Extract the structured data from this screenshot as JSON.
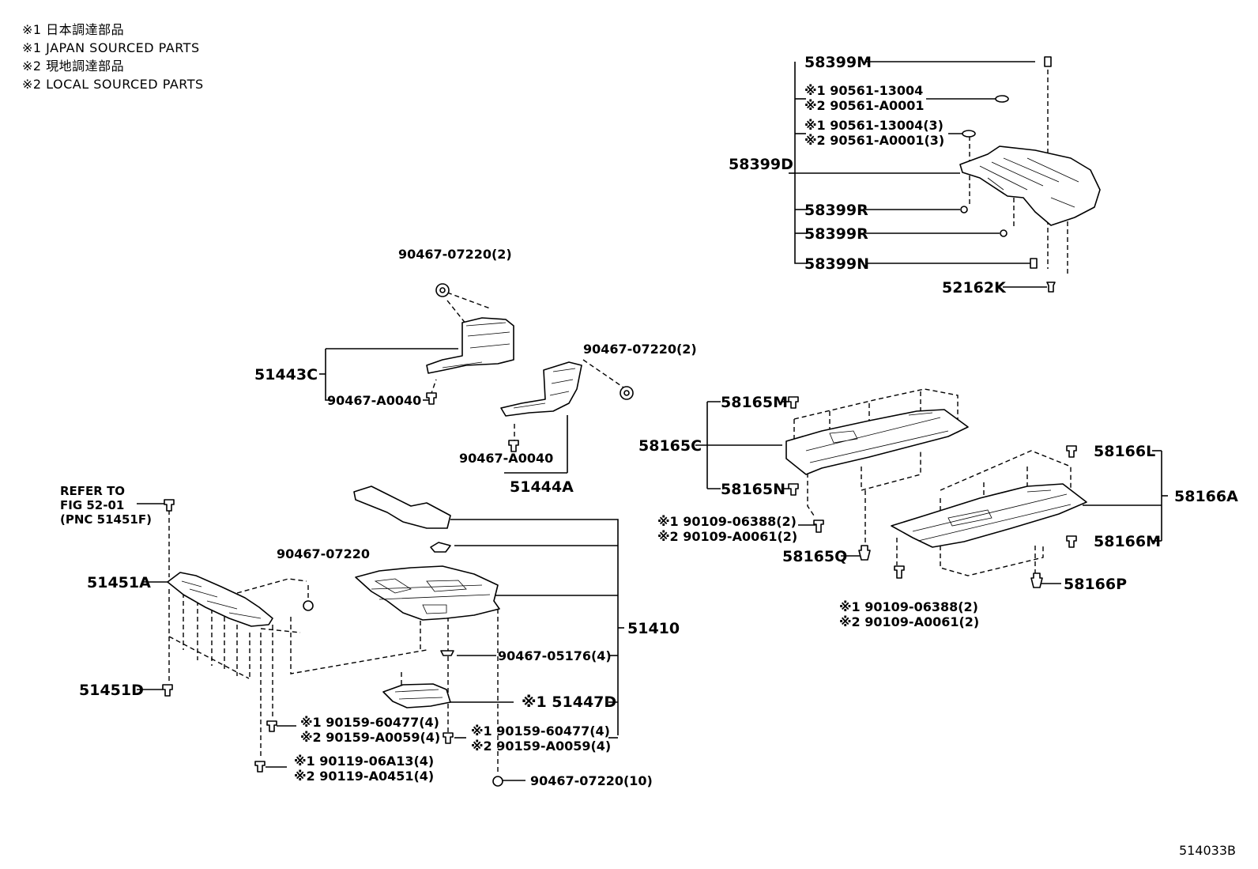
{
  "legend": {
    "line1": "※1 日本調達部品",
    "line2": "※1 JAPAN SOURCED PARTS",
    "line3": "※2 現地調達部品",
    "line4": "※2 LOCAL SOURCED PARTS"
  },
  "diagram_code": "514033B",
  "refer": {
    "line1": "REFER TO",
    "line2": "FIG 52-01",
    "line3": "(PNC 51451F)"
  },
  "labels": {
    "l58399M": "58399M",
    "l90561_13004_a": "※1 90561-13004",
    "l90561_A0001_a": "※2 90561-A0001",
    "l90561_13004_b": "※1 90561-13004(3)",
    "l90561_A0001_b": "※2 90561-A0001(3)",
    "l58399D": "58399D",
    "l58399R_a": "58399R",
    "l58399R_b": "58399R",
    "l58399N": "58399N",
    "l52162K": "52162K",
    "l90467_07220_2a": "90467-07220(2)",
    "l51443C": "51443C",
    "l90467_A0040_a": "90467-A0040",
    "l90467_07220_2b": "90467-07220(2)",
    "l90467_A0040_b": "90467-A0040",
    "l51444A": "51444A",
    "l58165M": "58165M",
    "l58165C": "58165C",
    "l58165N": "58165N",
    "l90109_06388_a": "※1 90109-06388(2)",
    "l90109_A0061_a": "※2 90109-A0061(2)",
    "l58165Q": "58165Q",
    "l58166L": "58166L",
    "l58166A": "58166A",
    "l58166M": "58166M",
    "l58166P": "58166P",
    "l90109_06388_b": "※1 90109-06388(2)",
    "l90109_A0061_b": "※2 90109-A0061(2)",
    "l51451A": "51451A",
    "l90467_07220": "90467-07220",
    "l51451D": "51451D",
    "l51410": "51410",
    "l90467_05176": "90467-05176(4)",
    "l51447D": "※1 51447D",
    "l90159_60477_a": "※1 90159-60477(4)",
    "l90159_A0059_a": "※2 90159-A0059(4)",
    "l90159_60477_b": "※1 90159-60477(4)",
    "l90159_A0059_b": "※2 90159-A0059(4)",
    "l90119_06A13": "※1 90119-06A13(4)",
    "l90119_A0451": "※2 90119-A0451(4)",
    "l90467_07220_10": "90467-07220(10)"
  }
}
